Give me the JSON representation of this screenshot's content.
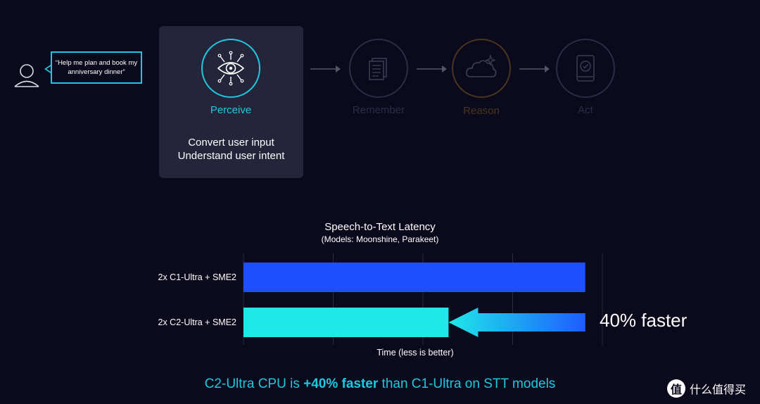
{
  "bubble": {
    "text": "“Help me plan and book my anniversary dinner”"
  },
  "steps": [
    {
      "label": "Perceive",
      "color": "#1ec9e0",
      "icon": "eye-icon",
      "active": true
    },
    {
      "label": "Remember",
      "color": "#2c2c48",
      "icon": "document-icon",
      "active": false
    },
    {
      "label": "Reason",
      "color": "#4a3420",
      "icon": "cloud-sparkle-icon",
      "active": false
    },
    {
      "label": "Act",
      "color": "#2c2c48",
      "icon": "phone-check-icon",
      "active": false
    }
  ],
  "perceive_desc": {
    "line1": "Convert user input",
    "line2": "Understand user intent"
  },
  "chart_data": {
    "type": "bar",
    "orientation": "horizontal",
    "title": "Speech-to-Text Latency",
    "subtitle": "(Models: Moonshine, Parakeet)",
    "xlabel": "Time (less is better)",
    "categories": [
      "2x C1-Ultra + SME2",
      "2x C2-Ultra + SME2"
    ],
    "values": [
      1.0,
      0.6
    ],
    "xlim": [
      0,
      1.05
    ],
    "grid": true,
    "colors": [
      "#1e50ff",
      "#1ee8e8"
    ],
    "annotation": "40% faster"
  },
  "footer": {
    "pre": "C2-Ultra CPU is ",
    "bold": "+40% faster",
    "post": " than C1-Ultra on STT models"
  },
  "watermark": {
    "logo": "值",
    "text": "什么值得买"
  }
}
